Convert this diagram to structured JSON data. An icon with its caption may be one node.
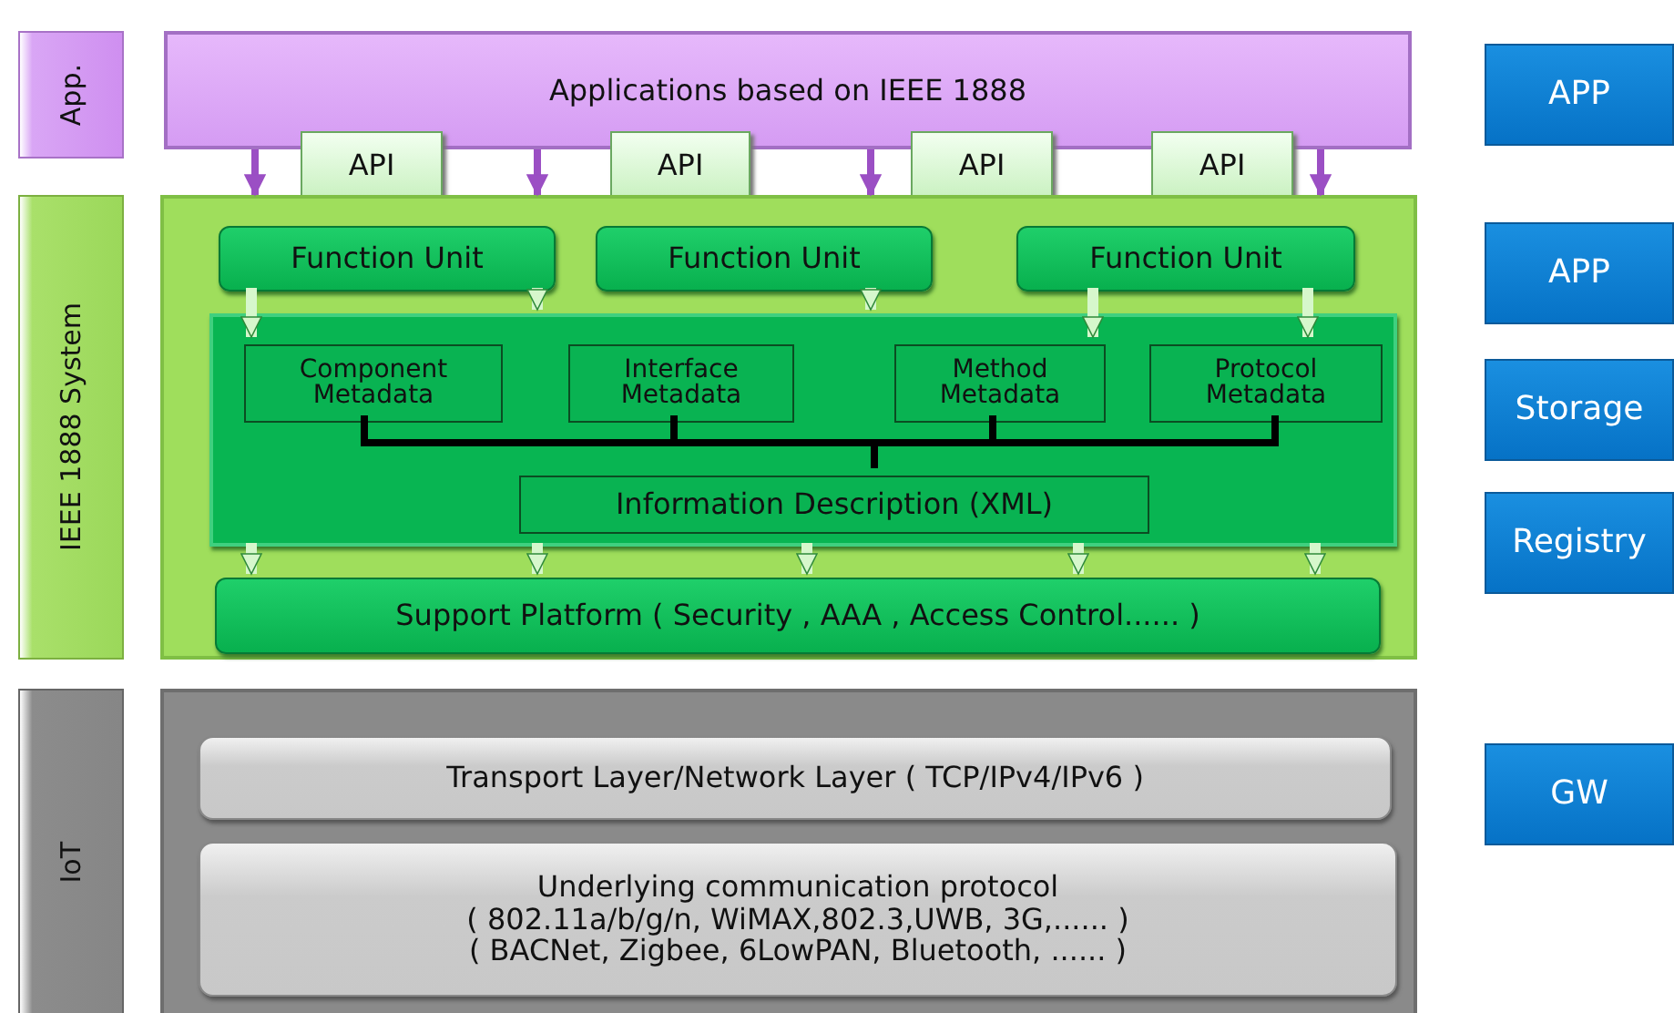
{
  "diagram": {
    "nodes": [
      {
        "text": [
          "App."
        ]
      },
      {
        "text": [
          "IEEE 1888 System"
        ]
      },
      {
        "text": [
          "IoT"
        ]
      },
      {
        "text": [
          "Applications based on IEEE 1888"
        ]
      },
      {
        "text": [
          "API"
        ]
      },
      {
        "text": [
          "API"
        ]
      },
      {
        "text": [
          "API"
        ]
      },
      {
        "text": [
          "API"
        ]
      },
      {
        "text": [],
        "shape": "box"
      },
      {
        "text": [
          "Function Unit"
        ],
        "in": 8
      },
      {
        "text": [
          "Function Unit"
        ],
        "in": 8
      },
      {
        "text": [
          "Function Unit"
        ],
        "in": 8
      },
      {
        "text": [],
        "shape": "box",
        "in": 8
      },
      {
        "text": [
          "Component Metadata"
        ],
        "in": 12
      },
      {
        "text": [
          "Interface Metadata"
        ],
        "in": 12
      },
      {
        "text": [
          "Method Metadata"
        ],
        "in": 12
      },
      {
        "text": [
          "Protocol Metadata"
        ],
        "in": 12
      },
      {
        "text": [
          "Information Description (XML)"
        ],
        "in": 12
      },
      {
        "text": [
          "Support Platform  ( Security , AAA , Access Control...... )"
        ],
        "in": 8
      },
      {
        "text": [],
        "shape": "box"
      },
      {
        "text": [
          "Transport Layer/Network Layer ( TCP/IPv4/IPv6 )"
        ],
        "in": 19
      },
      {
        "text": [
          "Underlying communication protocol",
          "( 802.11a/b/g/n, WiMAX,802.3,UWB, 3G,...... )",
          "( BACNet, Zigbee, 6LowPAN, Bluetooth, ...... )"
        ],
        "in": 19
      },
      {
        "text": [
          "APP"
        ]
      },
      {
        "text": [
          "APP"
        ]
      },
      {
        "text": [
          "Storage"
        ]
      },
      {
        "text": [
          "Registry"
        ]
      },
      {
        "text": [
          "GW"
        ]
      }
    ],
    "edges": [
      {
        "from": 3,
        "to": 8,
        "arrow": "to",
        "color": "#9b4fc4"
      },
      {
        "from": 3,
        "to": 8,
        "arrow": "to",
        "color": "#9b4fc4"
      },
      {
        "from": 3,
        "to": 8,
        "arrow": "to",
        "color": "#9b4fc4"
      },
      {
        "from": 3,
        "to": 8,
        "arrow": "to",
        "color": "#9b4fc4"
      },
      {
        "from": 9,
        "to": 13,
        "arrow": "to"
      },
      {
        "from": 9,
        "to": 12,
        "arrow": "to"
      },
      {
        "from": 10,
        "to": 12,
        "arrow": "to"
      },
      {
        "from": 11,
        "to": 15,
        "arrow": "to"
      },
      {
        "from": 11,
        "to": 16,
        "arrow": "to"
      },
      {
        "from": 13,
        "to": 17,
        "arrow": "none",
        "color": "#000000"
      },
      {
        "from": 14,
        "to": 17,
        "arrow": "none",
        "color": "#000000"
      },
      {
        "from": 15,
        "to": 17,
        "arrow": "none",
        "color": "#000000"
      },
      {
        "from": 16,
        "to": 17,
        "arrow": "none",
        "color": "#000000"
      },
      {
        "from": 12,
        "to": 18,
        "arrow": "to"
      },
      {
        "from": 12,
        "to": 18,
        "arrow": "to"
      },
      {
        "from": 12,
        "to": 18,
        "arrow": "to"
      },
      {
        "from": 12,
        "to": 18,
        "arrow": "to"
      },
      {
        "from": 12,
        "to": 18,
        "arrow": "to"
      }
    ]
  }
}
